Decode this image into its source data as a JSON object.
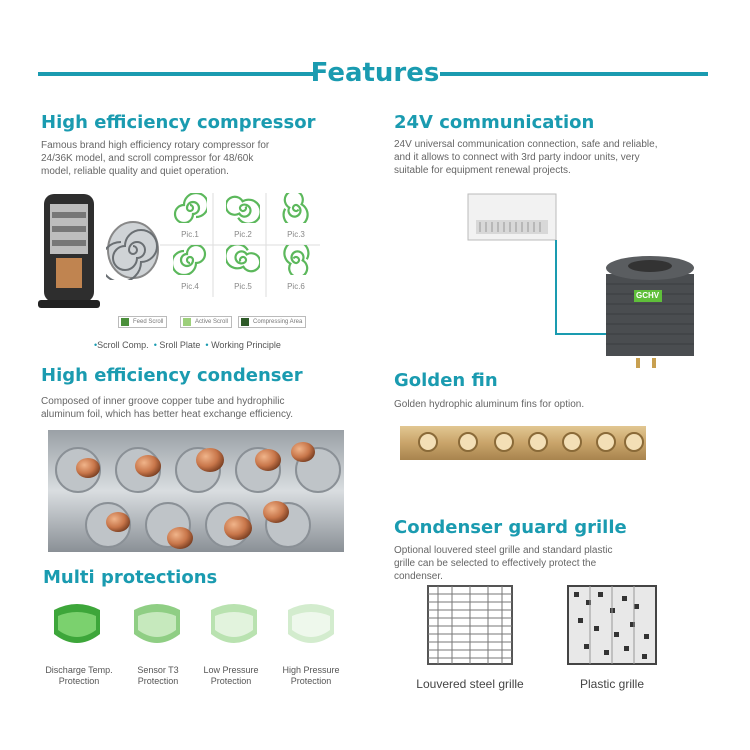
{
  "title": "Features",
  "compressor": {
    "heading": "High efficiency compressor",
    "description": [
      "Famous brand high efficiency rotary compressor for",
      "24/36K model, and scroll compressor for 48/60k",
      "model, reliable quality and quiet operation."
    ],
    "pics": [
      "Pic.1",
      "Pic.2",
      "Pic.3",
      "Pic.4",
      "Pic.5",
      "Pic.6"
    ],
    "legend": [
      "Feed Scroll",
      "Active Scroll",
      "Compressing Area"
    ],
    "sublegend": [
      "Scroll Comp.",
      "Sroll Plate",
      "Working Principle"
    ]
  },
  "communication": {
    "heading": "24V communication",
    "description": [
      "24V universal communication connection, safe and reliable,",
      "and it allows to connect with 3rd party indoor units, very",
      "suitable for equipment renewal projects."
    ],
    "unit_brand": "GCHV"
  },
  "condenser": {
    "heading": "High efficiency condenser",
    "description": [
      "Composed of inner groove copper tube and hydrophilic",
      "aluminum foil, which has better heat exchange efficiency."
    ]
  },
  "golden_fin": {
    "heading": "Golden fin",
    "description": [
      "Golden hydrophic aluminum fins for option."
    ]
  },
  "protections": {
    "heading": "Multi protections",
    "items": [
      {
        "line1": "Discharge Temp.",
        "line2": "Protection"
      },
      {
        "line1": "Sensor T3",
        "line2": "Protection"
      },
      {
        "line1": "Low Pressure",
        "line2": "Protection"
      },
      {
        "line1": "High Pressure",
        "line2": "Protection"
      }
    ]
  },
  "guard": {
    "heading": "Condenser guard grille",
    "description": [
      "Optional louvered steel grille and standard plastic",
      "grille can be selected to effectively protect the",
      "condenser."
    ],
    "labels": [
      "Louvered steel grille",
      "Plastic grille"
    ]
  },
  "colors": {
    "accent": "#1a9bb0",
    "swirl": "#5cb85c",
    "copper": "#c8764a"
  }
}
